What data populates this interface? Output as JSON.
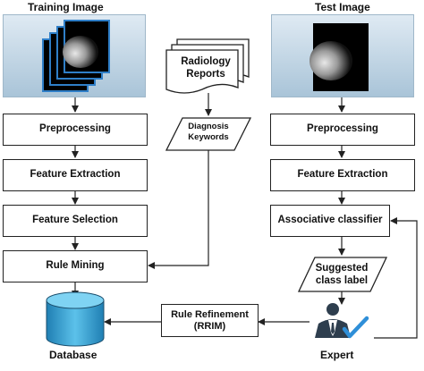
{
  "training": {
    "heading": "Training Image",
    "preprocessing": "Preprocessing",
    "feature_extraction": "Feature Extraction",
    "feature_selection": "Feature Selection",
    "rule_mining": "Rule Mining"
  },
  "test": {
    "heading": "Test Image",
    "preprocessing": "Preprocessing",
    "feature_extraction": "Feature Extraction",
    "classifier": "Associative classifier",
    "suggested_line1": "Suggested",
    "suggested_line2": "class label"
  },
  "middle": {
    "reports_line1": "Radiology",
    "reports_line2": "Reports",
    "keywords_line1": "Diagnosis",
    "keywords_line2": "Keywords"
  },
  "bottom": {
    "refinement_line1": "Rule Refinement",
    "refinement_line2": "(RRIM)",
    "database": "Database",
    "expert": "Expert"
  },
  "colors": {
    "pane_gradient_top": "#dfeaf3",
    "pane_gradient_bottom": "#a9c4d8",
    "stack_blue": "#2f7fc8",
    "database_fill": "#3fa0cf",
    "expert_dark": "#2e3e4e",
    "check_blue": "#2f8fd8"
  },
  "icons": {
    "reports": "document-stack-icon",
    "database": "database-cylinder-icon",
    "expert": "expert-person-icon",
    "check": "checkmark-icon"
  }
}
